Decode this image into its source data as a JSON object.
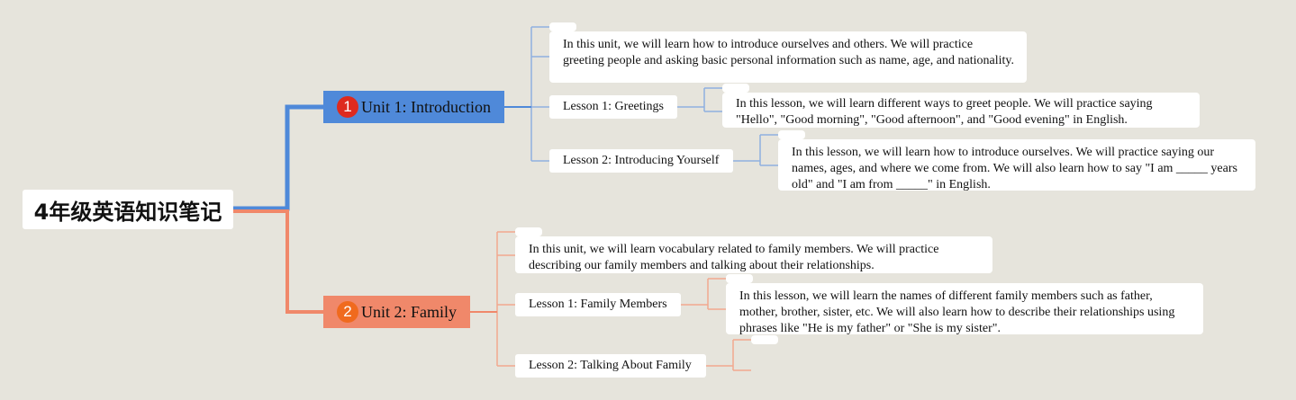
{
  "root": {
    "title": "4年级英语知识笔记"
  },
  "units": [
    {
      "number": "1",
      "title": "Unit 1: Introduction",
      "summary": "In this unit, we will learn how to introduce ourselves and others. We will practice greeting people and asking basic personal information such as name, age, and nationality.",
      "lessons": [
        {
          "title": "Lesson 1: Greetings",
          "note": "In this lesson, we will learn different ways to greet people. We will practice saying \"Hello\", \"Good morning\", \"Good afternoon\", and \"Good evening\" in English."
        },
        {
          "title": "Lesson 2: Introducing Yourself",
          "note": "In this lesson, we will learn how to introduce ourselves. We will practice saying our names, ages, and where we come from. We will also learn how to say \"I am _____ years old\" and \"I am from _____\" in English."
        }
      ]
    },
    {
      "number": "2",
      "title": "Unit 2: Family",
      "summary": "In this unit, we will learn vocabulary related to family members. We will practice describing our family members and talking about their relationships.",
      "lessons": [
        {
          "title": "Lesson 1: Family Members",
          "note": "In this lesson, we will learn the names of different family members such as father, mother, brother, sister, etc. We will also learn how to describe their relationships using phrases like \"He is my father\" or \"She is my sister\"."
        },
        {
          "title": "Lesson 2: Talking About Family",
          "note": ""
        }
      ]
    }
  ],
  "colors": {
    "background": "#e6e4dc",
    "unit1_branch": "#4f89d9",
    "unit1_lines": "#8fb0e0",
    "unit2_branch": "#f0886a",
    "unit2_lines": "#f2a88f",
    "badge1": "#de2a1e",
    "badge2": "#f06a1e"
  }
}
